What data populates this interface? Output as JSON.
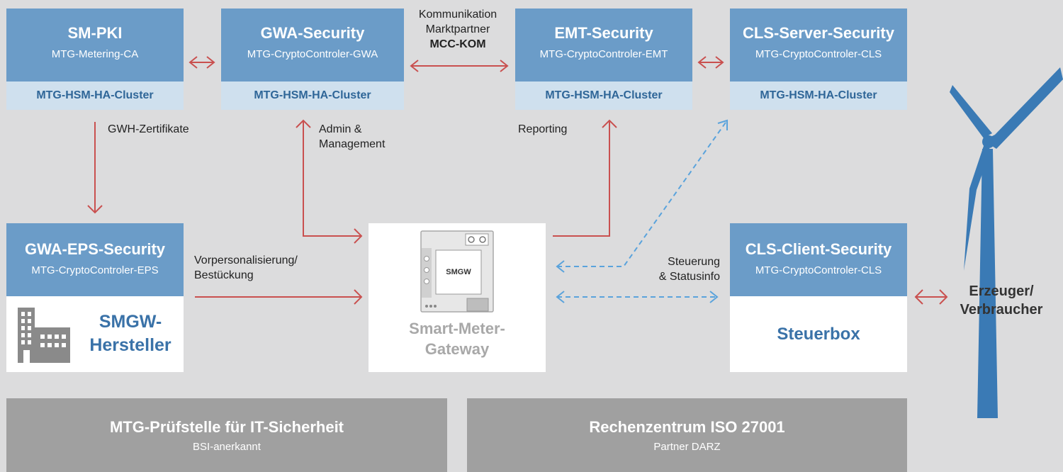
{
  "boxes": {
    "sm_pki": {
      "title": "SM-PKI",
      "sub": "MTG-Metering-CA",
      "cluster": "MTG-HSM-HA-Cluster"
    },
    "gwa": {
      "title": "GWA-Security",
      "sub": "MTG-CryptoControler-GWA",
      "cluster": "MTG-HSM-HA-Cluster"
    },
    "emt": {
      "title": "EMT-Security",
      "sub": "MTG-CryptoControler-EMT",
      "cluster": "MTG-HSM-HA-Cluster"
    },
    "cls_server": {
      "title": "CLS-Server-Security",
      "sub": "MTG-CryptoControler-CLS",
      "cluster": "MTG-HSM-HA-Cluster"
    },
    "gwa_eps": {
      "title": "GWA-EPS-Security",
      "sub": "MTG-CryptoControler-EPS",
      "maker_line1": "SMGW-",
      "maker_line2": "Hersteller"
    },
    "cls_client": {
      "title": "CLS-Client-Security",
      "sub": "MTG-CryptoControler-CLS",
      "steuerbox": "Steuerbox"
    },
    "gateway": {
      "device_label": "SMGW",
      "line1": "Smart-Meter-",
      "line2": "Gateway"
    }
  },
  "labels": {
    "komm1": "Kommunikation",
    "komm2": "Marktpartner",
    "komm3": "MCC-KOM",
    "gwh": "GWH-Zertifikate",
    "admin1": "Admin &",
    "admin2": "Management",
    "reporting": "Reporting",
    "vorpers1": "Vorpersonalisierung/",
    "vorpers2": "Bestückung",
    "steuer1": "Steuerung",
    "steuer2": "& Statusinfo",
    "erzeuger1": "Erzeuger/",
    "erzeuger2": "Verbraucher"
  },
  "footer": {
    "left_title": "MTG-Prüfstelle für IT-Sicherheit",
    "left_sub": "BSI-anerkannt",
    "right_title": "Rechenzentrum ISO 27001",
    "right_sub": "Partner DARZ"
  },
  "colors": {
    "accent_blue": "#6b9cc8",
    "cluster_bg": "#cfe0ee",
    "red_arrow": "#c9504f",
    "dashed_blue": "#5aa3dc",
    "turbine": "#3a7ab5",
    "background": "#dcdcdd",
    "footer_grey": "#a0a0a0"
  }
}
